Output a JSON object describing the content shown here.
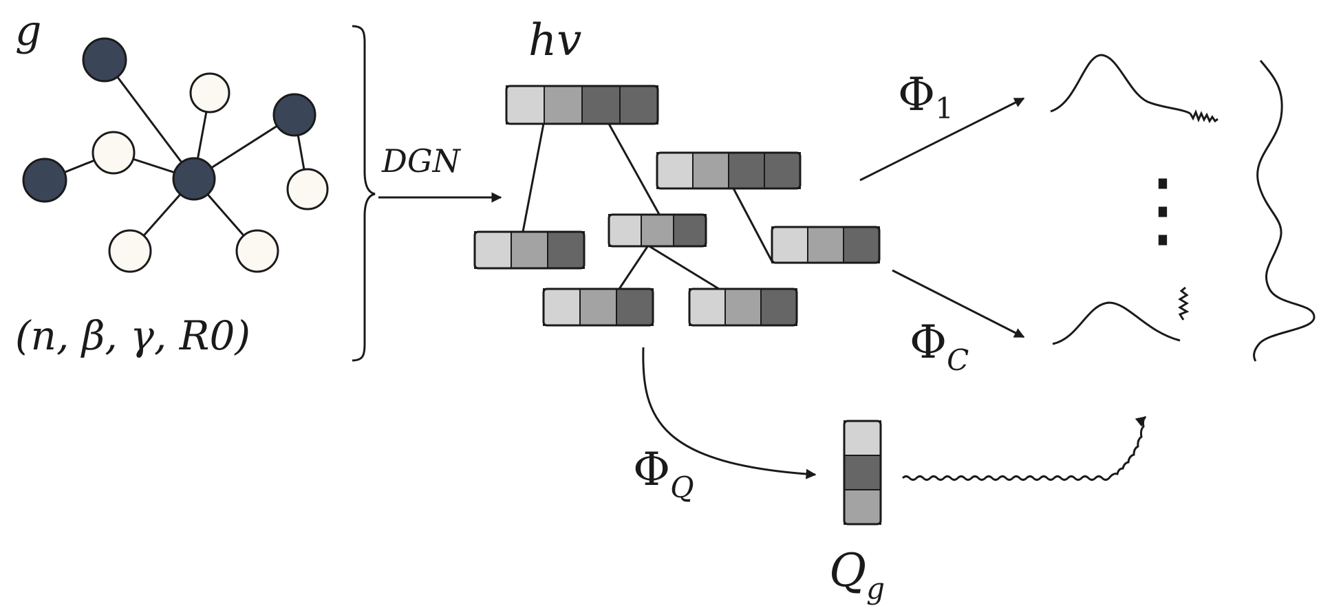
{
  "labels": {
    "graph": "g",
    "params": "(n, β, γ, R0)",
    "hv": "hv",
    "dgn": "DGN",
    "phi_symbol": "Φ",
    "phi1_sub": "1",
    "phiC_sub": "C",
    "phiQ_sub": "Q",
    "q_symbol": "Q",
    "q_sub": "g",
    "dots": "⋮"
  },
  "colors": {
    "filled_node": "#3a4558",
    "empty_node": "#fbf9f2",
    "cell_light": "#d3d3d3",
    "cell_mid": "#a3a3a3",
    "cell_dark": "#666666",
    "ink": "#1a1a1a"
  },
  "graph": {
    "nodes": [
      {
        "id": "hub",
        "filled": true
      },
      {
        "id": "top-left",
        "filled": true
      },
      {
        "id": "top-mid",
        "filled": false
      },
      {
        "id": "right-top",
        "filled": true
      },
      {
        "id": "right-bottom",
        "filled": false
      },
      {
        "id": "left-mid",
        "filled": false
      },
      {
        "id": "far-left",
        "filled": true
      },
      {
        "id": "bottom-left",
        "filled": false
      },
      {
        "id": "bottom-right",
        "filled": false
      }
    ],
    "edges": [
      [
        "hub",
        "top-left"
      ],
      [
        "hub",
        "top-mid"
      ],
      [
        "hub",
        "right-top"
      ],
      [
        "right-top",
        "right-bottom"
      ],
      [
        "hub",
        "left-mid"
      ],
      [
        "left-mid",
        "far-left"
      ],
      [
        "hub",
        "bottom-left"
      ],
      [
        "hub",
        "bottom-right"
      ]
    ]
  },
  "embedding_tree": {
    "vectors": [
      {
        "id": "root",
        "shades": [
          "light",
          "mid",
          "dark",
          "dark"
        ]
      },
      {
        "id": "right-upper",
        "shades": [
          "light",
          "mid",
          "dark",
          "dark"
        ]
      },
      {
        "id": "left",
        "shades": [
          "light",
          "mid",
          "dark"
        ]
      },
      {
        "id": "middle",
        "shades": [
          "light",
          "mid",
          "dark"
        ]
      },
      {
        "id": "right-lower",
        "shades": [
          "light",
          "mid",
          "dark"
        ]
      },
      {
        "id": "bottom-left",
        "shades": [
          "light",
          "mid",
          "dark"
        ]
      },
      {
        "id": "bottom-right",
        "shades": [
          "light",
          "mid",
          "dark"
        ]
      }
    ],
    "links": [
      [
        "root",
        "left"
      ],
      [
        "root",
        "middle"
      ],
      [
        "middle",
        "bottom-left"
      ],
      [
        "middle",
        "bottom-right"
      ],
      [
        "right-upper",
        "right-lower"
      ]
    ]
  },
  "q_vector": {
    "shades": [
      "light",
      "dark",
      "mid"
    ]
  }
}
